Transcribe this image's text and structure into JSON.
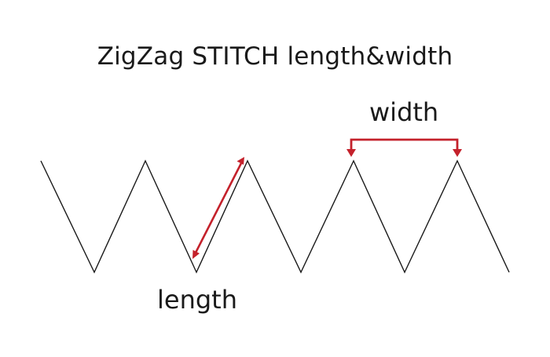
{
  "title": "ZigZag STITCH length&width",
  "labels": {
    "width": "width",
    "length": "length"
  },
  "colors": {
    "stitch_line": "#1a1a1a",
    "annotation_arrow": "#c4212b",
    "text": "#1a1a1a",
    "background": "#ffffff"
  }
}
